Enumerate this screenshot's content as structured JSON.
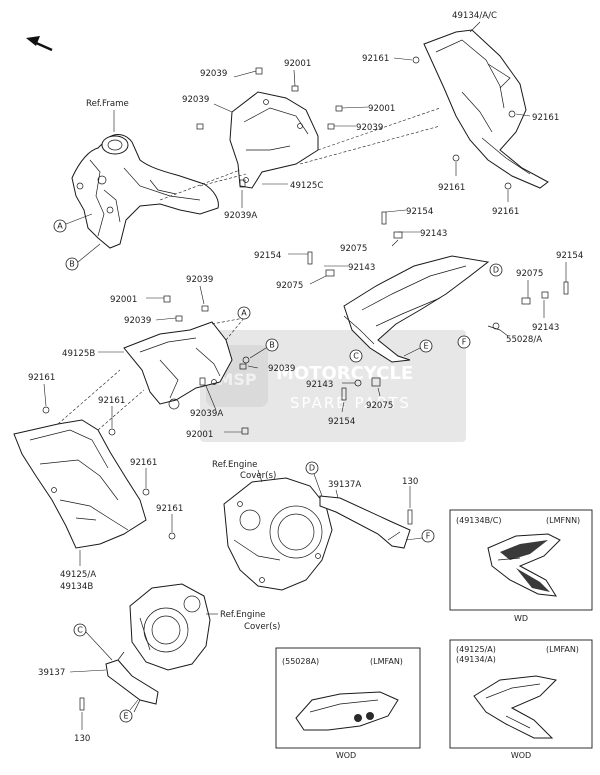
{
  "orientation_arrow": "arrow-up-left-icon",
  "frame": {
    "ref_frame": "Ref.Frame"
  },
  "engine": {
    "ref_cover_1": "Ref.Engine\nCover(s)",
    "ref_cover_1a": "Ref.Engine",
    "ref_cover_1b": "Cover(s)",
    "ref_cover_2a": "Ref.Engine",
    "ref_cover_2b": "Cover(s)"
  },
  "parts": {
    "p49134AC": "49134/A/C",
    "p92161_a": "92161",
    "p92161_b": "92161",
    "p92161_c": "92161",
    "p92161_d": "92161",
    "p92001_a": "92001",
    "p92001_b": "92001",
    "p92039_a": "92039",
    "p92039_b": "92039",
    "p92039_c": "92039",
    "p49125C": "49125C",
    "p92039A_a": "92039A",
    "p92154_a": "92154",
    "p92143_a": "92143",
    "p92075_a": "92075",
    "p92154_b": "92154",
    "p92143_b": "92143",
    "p92075_b": "92075",
    "p92154_c": "92154",
    "p92075_c": "92075",
    "p92143_c": "92143",
    "p55028A": "55028/A",
    "p92143_d": "92143",
    "p92075_d": "92075",
    "p92154_d": "92154",
    "p92039_d": "92039",
    "p92001_c": "92001",
    "p92039_e": "92039",
    "p49125B": "49125B",
    "p92039_f": "92039",
    "p92039A_b": "92039A",
    "p92001_d": "92001",
    "p92161_e": "92161",
    "p92161_f": "92161",
    "p92161_g": "92161",
    "p92161_h": "92161",
    "p49125A": "49125/A",
    "p49134B": "49134B",
    "p39137A": "39137A",
    "p130_a": "130",
    "p39137": "39137",
    "p130_b": "130"
  },
  "callouts": [
    "A",
    "B",
    "C",
    "D",
    "E",
    "F"
  ],
  "insets": [
    {
      "part": "(49134B/C)",
      "model": "(LMFNN)",
      "variant": "WD"
    },
    {
      "part": "(55028A)",
      "model": "(LMFAN)",
      "variant": "WOD"
    },
    {
      "part_line1": "(49125/A)",
      "part_line2": "(49134/A)",
      "model": "(LMFAN)",
      "variant": "WOD"
    }
  ],
  "watermark": {
    "brand": "MOTORCYCLE",
    "sub": "SPARE PARTS",
    "logo_text": "MSP"
  }
}
